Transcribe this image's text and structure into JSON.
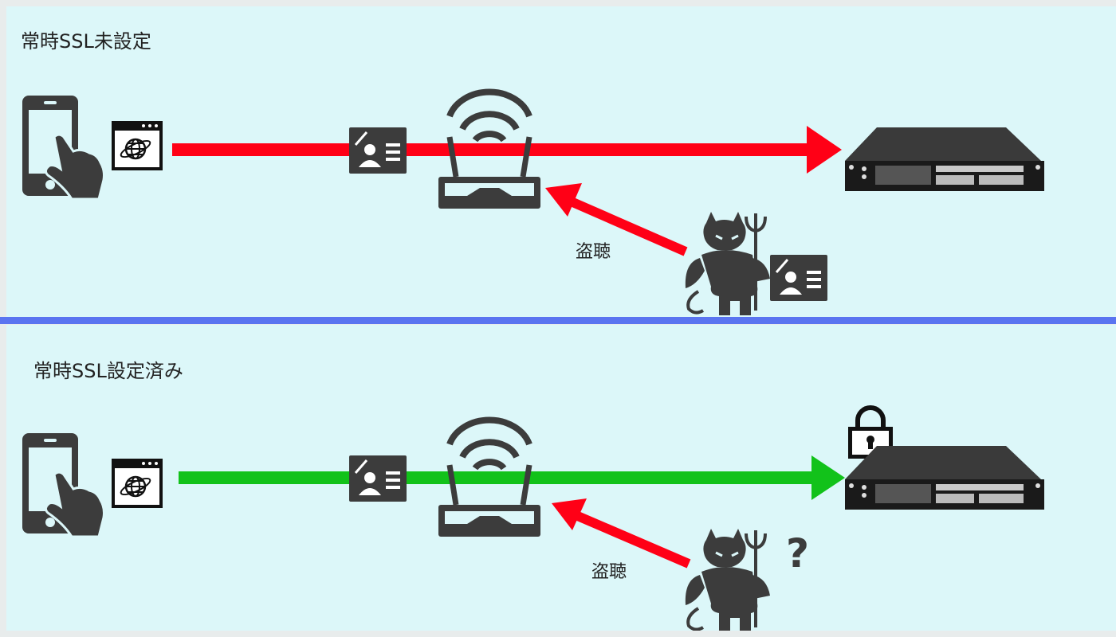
{
  "colors": {
    "background": "#dcf7f9",
    "divider": "#5a74f0",
    "insecure_arrow": "#ff0016",
    "secure_arrow": "#12c21a",
    "icon_dark": "#3c3c3c"
  },
  "top_panel": {
    "title": "常時SSL未設定",
    "icons": [
      "smartphone-tap-icon",
      "browser-window-icon",
      "id-card-icon",
      "wifi-router-icon",
      "server-rack-icon",
      "devil-icon",
      "id-card-icon"
    ],
    "eavesdrop_label": "盗聴"
  },
  "bottom_panel": {
    "title": "常時SSL設定済み",
    "icons": [
      "smartphone-tap-icon",
      "browser-window-icon",
      "id-card-icon",
      "wifi-router-icon",
      "padlock-icon",
      "server-rack-icon",
      "devil-icon"
    ],
    "eavesdrop_label": "盗聴",
    "unknown_mark": "?"
  }
}
